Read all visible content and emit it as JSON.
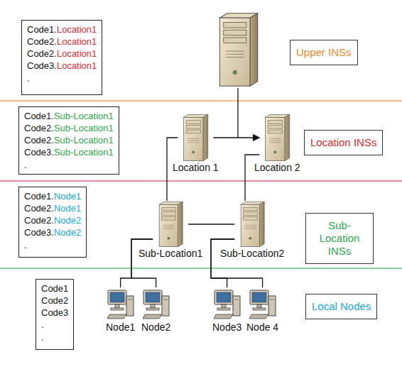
{
  "diagram": {
    "nodes": [
      {
        "text": [
          "Code1.Location1",
          "Code2.Location1",
          "Code2.Location1",
          "Code3.Location1",
          "."
        ]
      },
      {
        "text": [
          "Upper INSs"
        ]
      },
      {
        "text": [
          "Code1.Sub-Location1",
          "Code2.Sub-Location1",
          "Code2.Sub-Location1",
          "Code3.Sub-Location1",
          "."
        ]
      },
      {
        "text": [
          "Location 1"
        ]
      },
      {
        "text": [
          "Location 2"
        ]
      },
      {
        "text": [
          "Location INSs"
        ]
      },
      {
        "text": [
          "Code1.Node1",
          "Code2.Node1",
          "Code2.Node2",
          "Code3.Node2",
          "."
        ]
      },
      {
        "text": [
          "Sub-Location1"
        ]
      },
      {
        "text": [
          "Sub-Location2"
        ]
      },
      {
        "text": [
          "Sub-Location INSs"
        ]
      },
      {
        "text": [
          "Code1",
          "Code2",
          "Code3",
          ".",
          "."
        ]
      },
      {
        "text": [
          "Node1"
        ]
      },
      {
        "text": [
          "Node2"
        ]
      },
      {
        "text": [
          "Node3"
        ]
      },
      {
        "text": [
          "Node 4"
        ]
      },
      {
        "text": [
          "Local Nodes"
        ]
      }
    ],
    "edges": [
      {
        "from": 3,
        "to": 4,
        "arrow": "to"
      },
      {
        "from": 3,
        "to": 7,
        "arrow": "none"
      },
      {
        "from": 4,
        "to": 8,
        "arrow": "none"
      },
      {
        "from": 7,
        "to": 8,
        "arrow": "none"
      },
      {
        "from": 7,
        "to": 11,
        "arrow": "none"
      },
      {
        "from": 7,
        "to": 12,
        "arrow": "none"
      },
      {
        "from": 8,
        "to": 13,
        "arrow": "none"
      },
      {
        "from": 8,
        "to": 14,
        "arrow": "none"
      }
    ]
  }
}
